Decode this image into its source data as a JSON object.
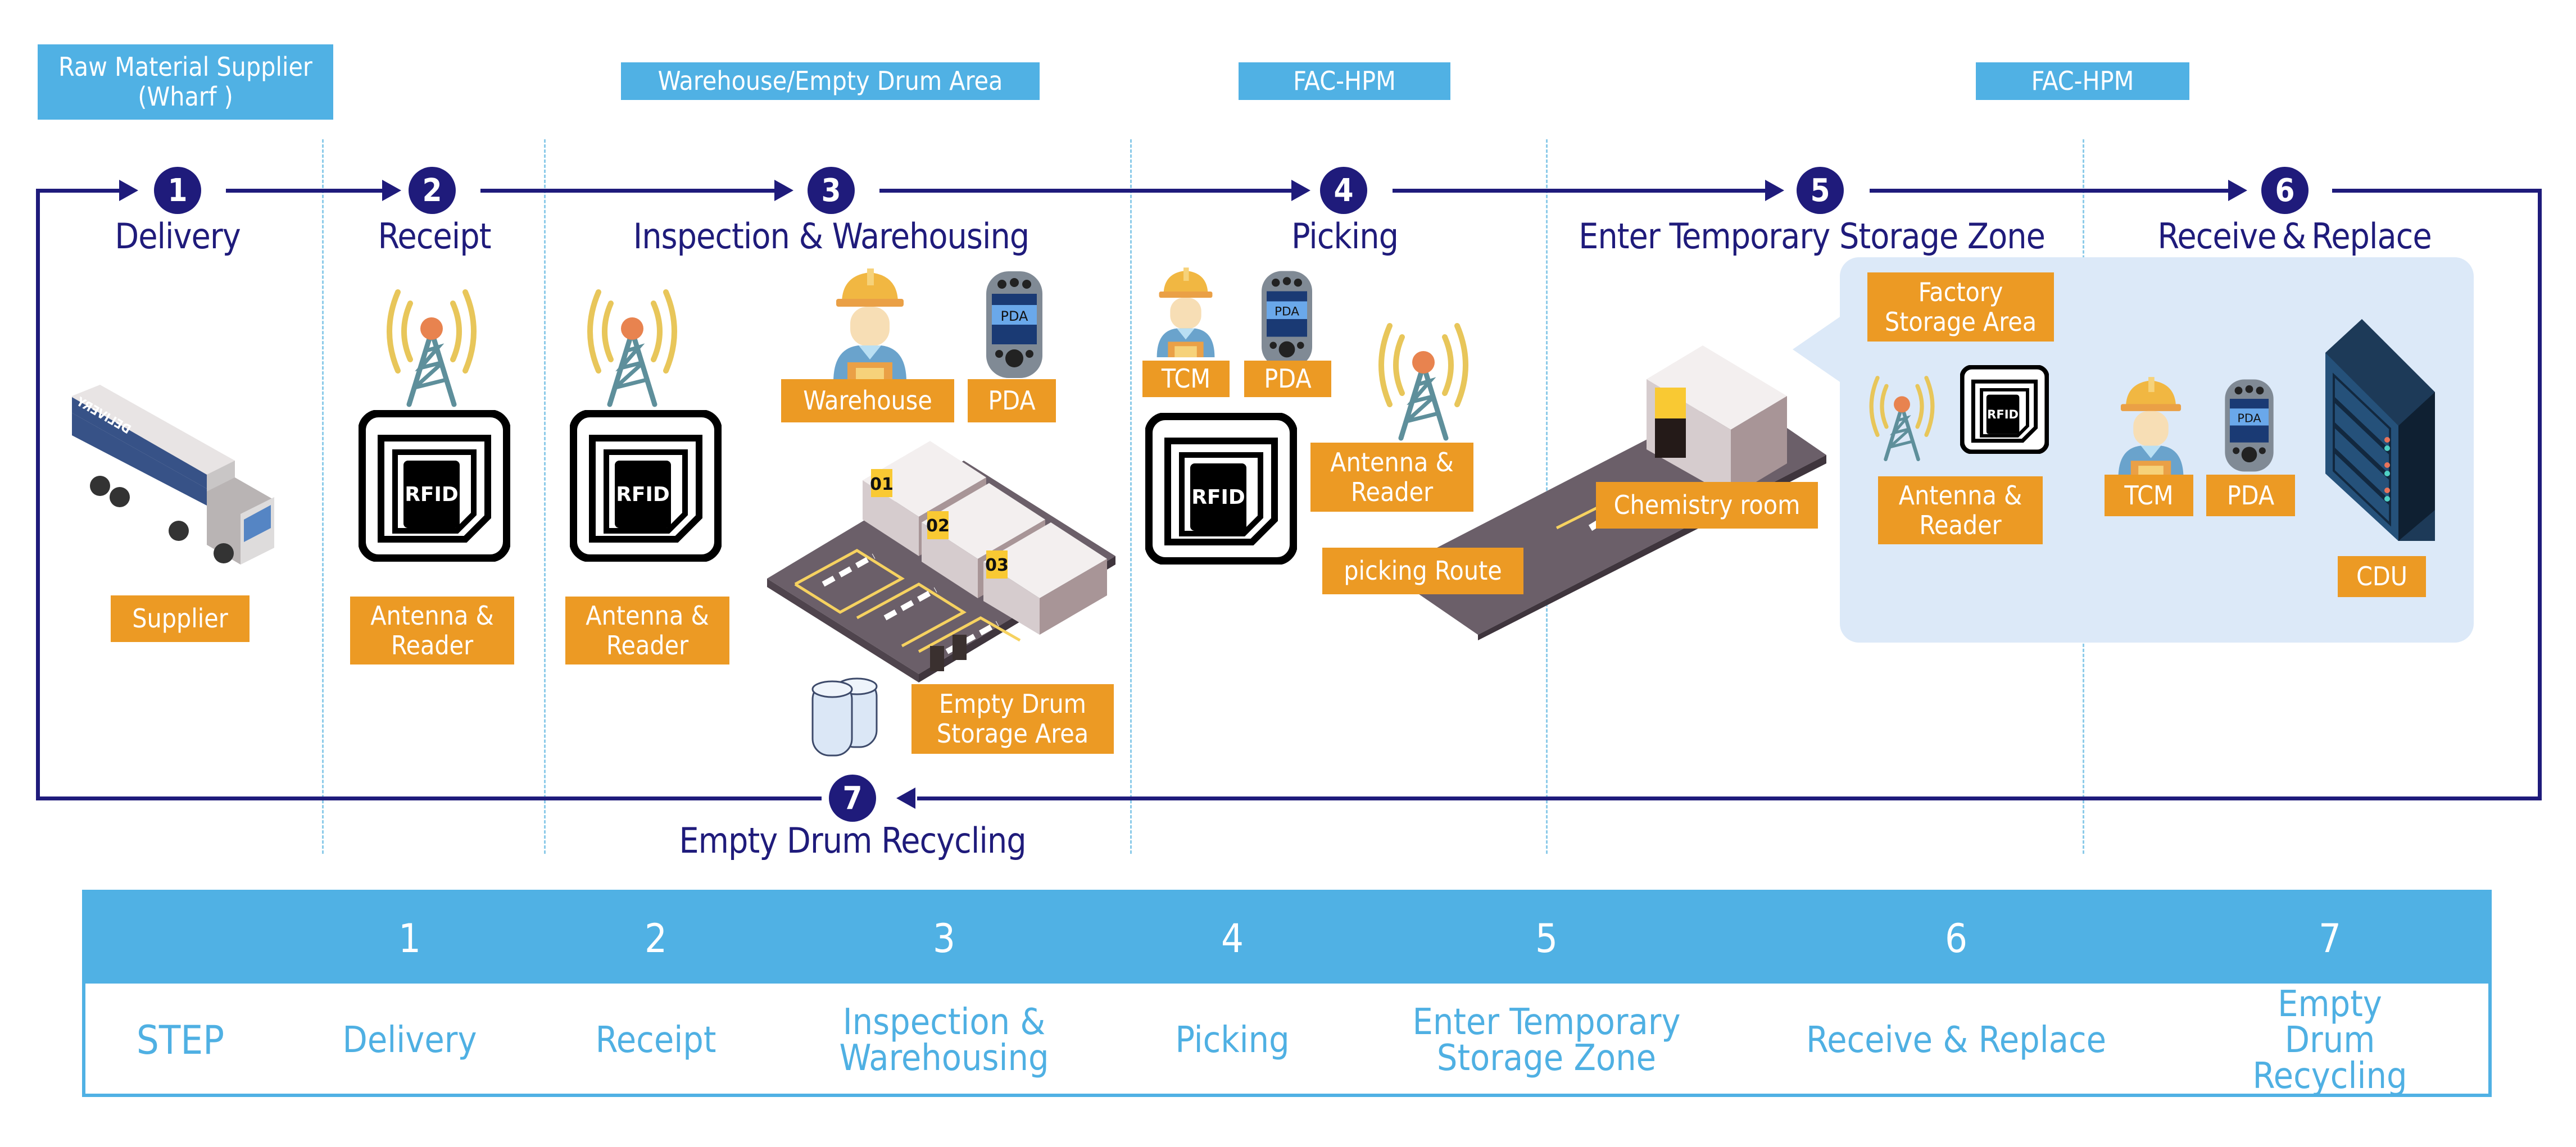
{
  "zones": [
    {
      "label": "Raw Material Supplier\n(Wharf )"
    },
    {
      "label": "Warehouse/Empty Drum Area"
    },
    {
      "label": "FAC-HPM"
    },
    {
      "label": "FAC-HPM"
    }
  ],
  "steps": [
    {
      "number": "1",
      "title": "Delivery"
    },
    {
      "number": "2",
      "title": "Receipt"
    },
    {
      "number": "3",
      "title": "Inspection & Warehousing"
    },
    {
      "number": "4",
      "title": "Picking"
    },
    {
      "number": "5",
      "title": "Enter Temporary Storage Zone"
    },
    {
      "number": "6",
      "title": "Receive & Replace"
    },
    {
      "number": "7",
      "title": "Empty Drum Recycling"
    }
  ],
  "labels": {
    "supplier": "Supplier",
    "truck_text": "DELIVERY",
    "receipt_antenna": "Antenna &\nReader",
    "inspection_antenna": "Antenna &\nReader",
    "warehouse": "Warehouse",
    "pda_1": "PDA",
    "empty_drum_storage": "Empty Drum\nStorage Area",
    "tcm_1": "TCM",
    "pda_2": "PDA",
    "picking_antenna": "Antenna &\nReader",
    "picking_route": "picking Route",
    "chemistry_room": "Chemistry room",
    "factory_storage": "Factory\nStorage Area",
    "factory_antenna": "Antenna &\nReader",
    "tcm_2": "TCM",
    "pda_3": "PDA",
    "cdu": "CDU",
    "rfid_tag": "RFID",
    "pda_screen": "PDA",
    "bay_numbers": [
      "01",
      "02",
      "03"
    ]
  },
  "table": {
    "row_header": "STEP",
    "columns": [
      {
        "number": "1",
        "name": "Delivery"
      },
      {
        "number": "2",
        "name": "Receipt"
      },
      {
        "number": "3",
        "name": "Inspection &\nWarehousing"
      },
      {
        "number": "4",
        "name": "Picking"
      },
      {
        "number": "5",
        "name": "Enter Temporary\nStorage Zone"
      },
      {
        "number": "6",
        "name": "Receive & Replace"
      },
      {
        "number": "7",
        "name": "Empty Drum\nRecycling"
      }
    ]
  },
  "colors": {
    "navy": "#1f1b7b",
    "zone_blue": "#50b1e4",
    "label_orange": "#ec9a24",
    "panel_blue": "#dce9f8",
    "dash_blue": "#8ccbe9"
  }
}
